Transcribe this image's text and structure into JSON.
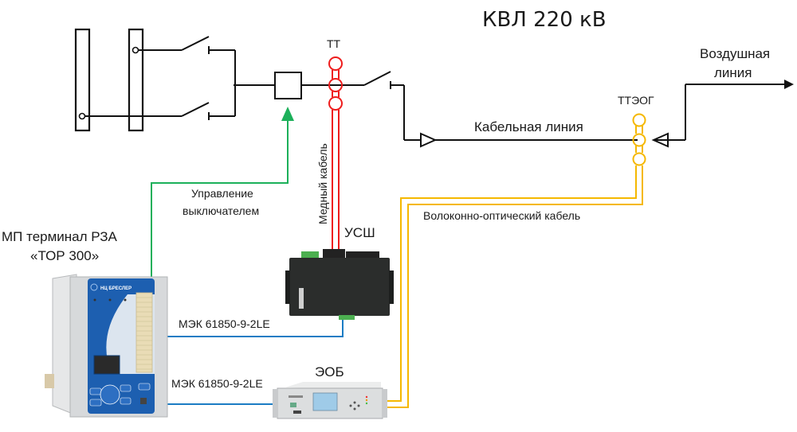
{
  "title": "КВЛ 220 кВ",
  "labels": {
    "ct": "ТТ",
    "ct_optical": "ТТЭОГ",
    "cable_line": "Кабельная линия",
    "overhead_line_1": "Воздушная",
    "overhead_line_2": "линия",
    "breaker_control_1": "Управление",
    "breaker_control_2": "выключателем",
    "copper_cable": "Медный кабель",
    "optical_cable": "Волоконно-оптический кабель",
    "merging_unit": "УСШ",
    "relay_terminal_1": "МП терминал РЗА",
    "relay_terminal_2": "«ТОР 300»",
    "iec_link_1": "МЭК 61850-9-2LE",
    "iec_link_2": "МЭК 61850-9-2LE",
    "electronic_unit": "ЭОБ",
    "device_brand": "НЦ БРЕСЛЕР"
  },
  "colors": {
    "line": "#111111",
    "copper": "#ee1c1c",
    "optical": "#f5b800",
    "control": "#1cb05a",
    "iec": "#1b7cc4",
    "device_blue": "#1d5fb0",
    "device_dark": "#2b2d2c",
    "device_grey": "#c9cbcd"
  }
}
